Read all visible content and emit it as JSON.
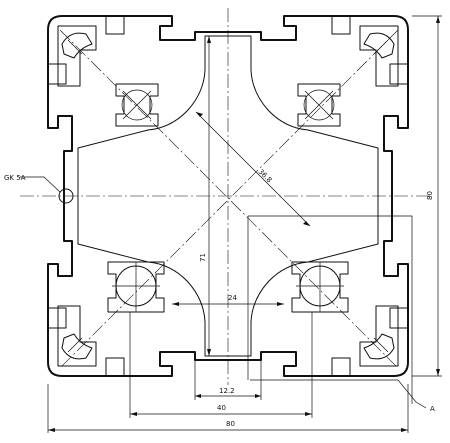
{
  "drawing": {
    "subject": "aluminium profile 80x80 cross-section",
    "dimensions": {
      "overall_width": "80",
      "overall_height": "80",
      "core_span": "40",
      "center_bore_slot": "12.2",
      "slot_width": "24",
      "inner_height": "71",
      "diagonal": "36.8"
    },
    "callouts": {
      "side_hole": "GK 5A",
      "section_marker": "A"
    }
  },
  "colors": {
    "ink": "#111111",
    "paper": "#ffffff"
  }
}
